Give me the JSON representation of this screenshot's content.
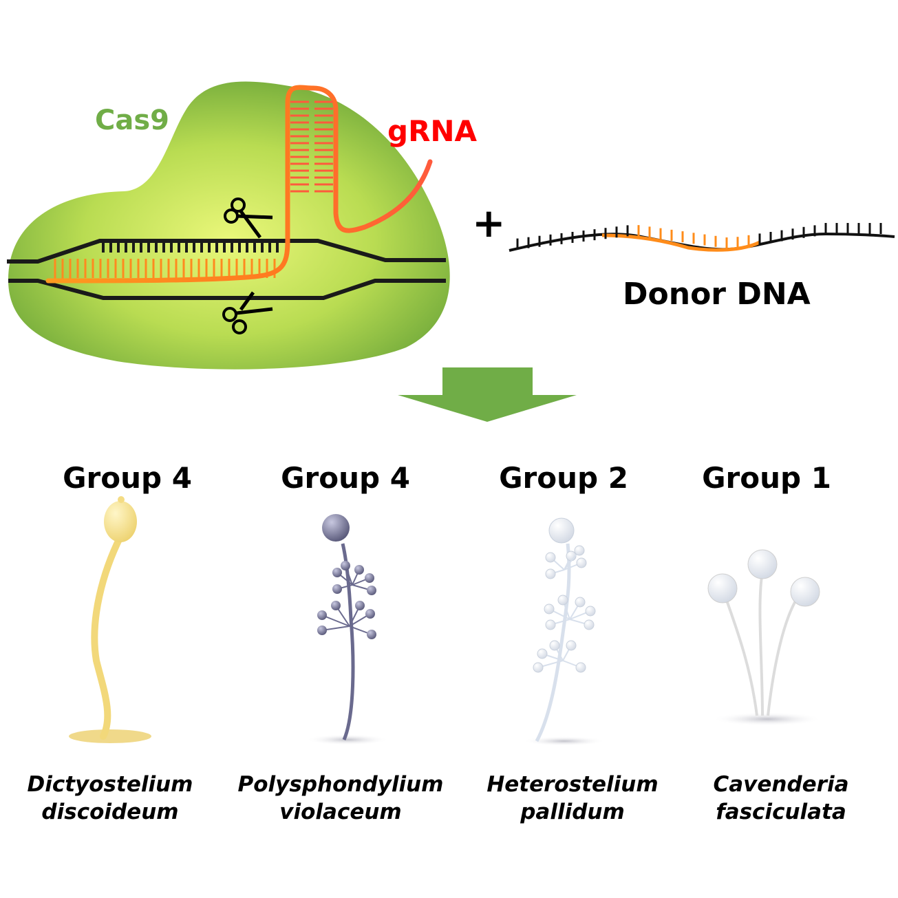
{
  "complex": {
    "protein_label": "Cas9",
    "guide_label": "gRNA",
    "protein_color": "#70ad47",
    "guide_color": "#ff0000",
    "cut_icon": "scissors-icon"
  },
  "operator": "+",
  "donor": {
    "label": "Donor DNA",
    "insert_color": "#ff8c1a"
  },
  "arrow": {
    "icon": "down-arrow-icon",
    "color": "#70ad47"
  },
  "organisms": [
    {
      "group": "Group 4",
      "genus": "Dictyostelium",
      "species": "discoideum",
      "color": "#f5de84"
    },
    {
      "group": "Group 4",
      "genus": "Polysphondylium",
      "species": "violaceum",
      "color": "#6a6a8e"
    },
    {
      "group": "Group 2",
      "genus": "Heterostelium",
      "species": "pallidum",
      "color": "#e6ecf4"
    },
    {
      "group": "Group 1",
      "genus": "Cavenderia",
      "species": "fasciculata",
      "color": "#eeeeee"
    }
  ]
}
